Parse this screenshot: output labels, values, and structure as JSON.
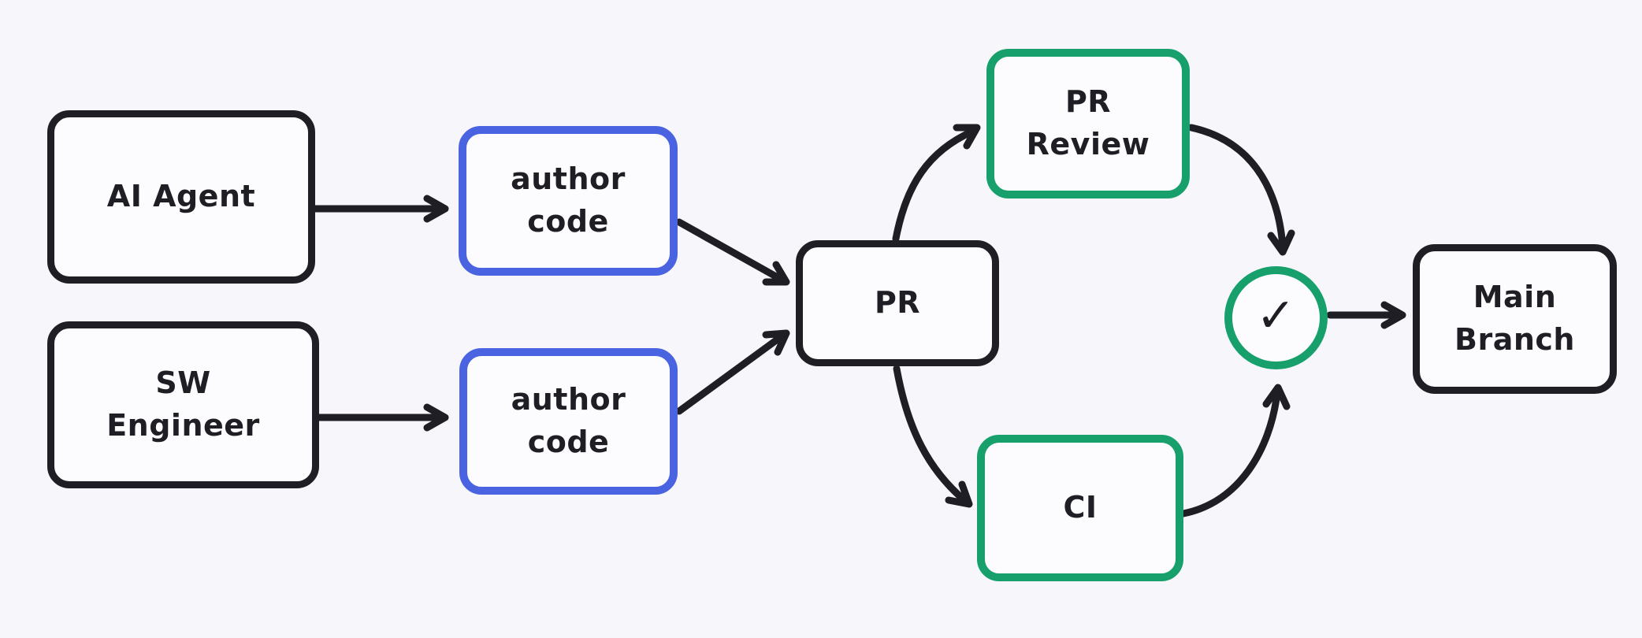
{
  "diagram": {
    "description": "AI-assisted software delivery flow: agents and engineers author code, open a PR that goes through PR Review and CI, then merges to Main Branch",
    "nodes": {
      "ai_agent": {
        "label": "AI Agent",
        "border": "black"
      },
      "sw_engineer": {
        "label": "SW\nEngineer",
        "border": "black"
      },
      "author_code_top": {
        "label": "author\ncode",
        "border": "blue"
      },
      "author_code_bottom": {
        "label": "author\ncode",
        "border": "blue"
      },
      "pr": {
        "label": "PR",
        "border": "black"
      },
      "pr_review": {
        "label": "PR\nReview",
        "border": "green"
      },
      "ci": {
        "label": "CI",
        "border": "green"
      },
      "check": {
        "label": "✓",
        "border": "green",
        "icon": "checkmark-icon"
      },
      "main_branch": {
        "label": "Main\nBranch",
        "border": "black"
      }
    },
    "edges": [
      {
        "from": "ai_agent",
        "to": "author_code_top"
      },
      {
        "from": "sw_engineer",
        "to": "author_code_bottom"
      },
      {
        "from": "author_code_top",
        "to": "pr"
      },
      {
        "from": "author_code_bottom",
        "to": "pr"
      },
      {
        "from": "pr",
        "to": "pr_review"
      },
      {
        "from": "pr",
        "to": "ci"
      },
      {
        "from": "pr_review",
        "to": "check"
      },
      {
        "from": "ci",
        "to": "check"
      },
      {
        "from": "check",
        "to": "main_branch"
      }
    ]
  },
  "colors": {
    "background": "#f7f7fb",
    "stroke": "#1e1e24",
    "blue": "#4a63e0",
    "green": "#17a06b",
    "node_fill": "#fcfcfe"
  }
}
